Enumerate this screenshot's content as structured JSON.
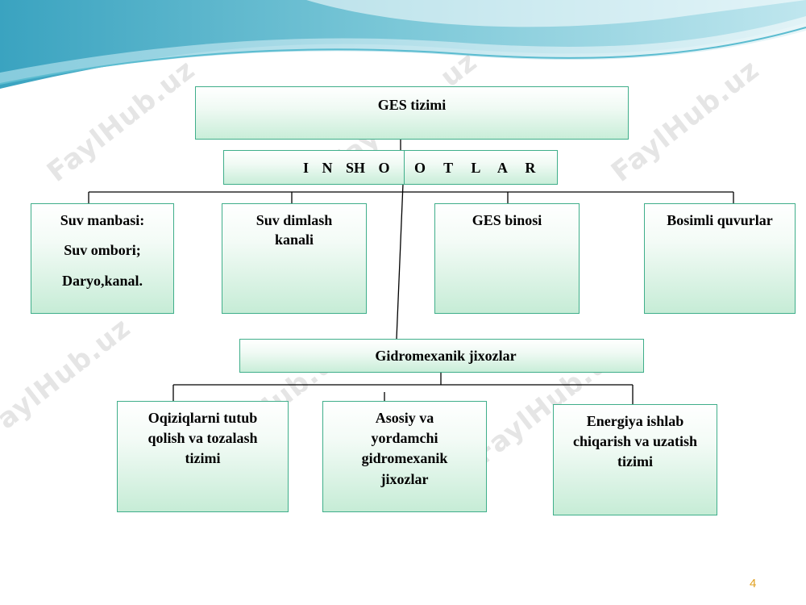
{
  "title": "GES tizimi",
  "inshootlar": {
    "left": "I N SH O",
    "right": "O T L A R"
  },
  "structures": [
    {
      "lines": [
        "Suv manbasi:",
        "Suv ombori;",
        "Daryo,kanal."
      ]
    },
    {
      "lines": [
        "Suv dimlash",
        "kanali"
      ]
    },
    {
      "lines": [
        "GES binosi"
      ]
    },
    {
      "lines": [
        "Bosimli quvurlar"
      ]
    }
  ],
  "gidromexanik": "Gidromexanik jixozlar",
  "equipment": [
    {
      "lines": [
        "Oqiziqlarni tutub",
        "qolish va tozalash",
        "tizimi"
      ]
    },
    {
      "lines": [
        "Asosiy va",
        "yordamchi",
        "gidromexanik",
        "jixozlar"
      ]
    },
    {
      "lines": [
        "Energiya ishlab",
        "chiqarish va uzatish",
        "tizimi"
      ]
    }
  ],
  "watermark": "FaylHub.uz",
  "page_number": "4",
  "colors": {
    "box_border": "#3fae8a",
    "box_fill": "#c6ecd6",
    "wave": "#4fb3c8",
    "page_number": "#e0a020"
  }
}
